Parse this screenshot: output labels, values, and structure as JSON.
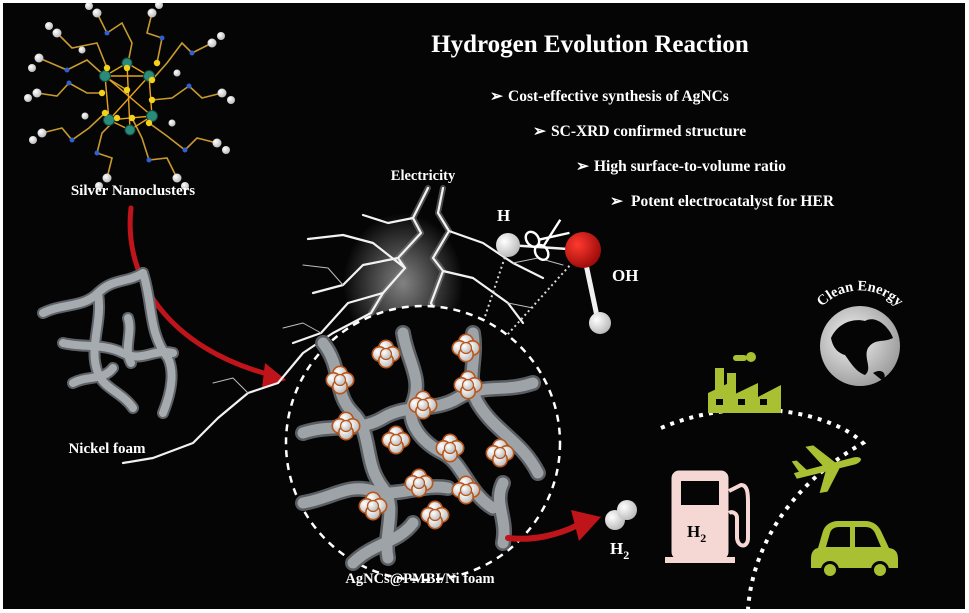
{
  "title": "Hydrogen Evolution Reaction",
  "bullets": [
    "Cost-effective synthesis of AgNCs",
    "SC-XRD confirmed structure",
    "High surface-to-volume ratio",
    "Potent electrocatalyst for HER"
  ],
  "bullet_marker": "➢",
  "labels": {
    "silver_nanoclusters": "Silver Nanoclusters",
    "electricity": "Electricity",
    "nickel_foam": "Nickel foam",
    "composite": "AgNCs@PMBI/Ni foam",
    "hydrogen_atom": "H",
    "hydroxyl": "OH",
    "h2_product": "H",
    "h2_product_sub": "2",
    "pump_label": "H",
    "pump_label_sub": "2",
    "clean_energy": "Clean Energy"
  },
  "colors": {
    "background": "#050505",
    "red_arrow": "#c0141b",
    "oxygen": "#c80f14",
    "hydrogen": "#e8e8e8",
    "foam": "#8f9499",
    "nanocluster_ring": "#b8561c",
    "icon_green": "#a9c033",
    "pump_fill": "#f5d7d3",
    "globe": "#d9d9d9"
  },
  "icons": [
    "scissors-icon",
    "factory-icon",
    "airplane-icon",
    "car-icon",
    "globe-icon",
    "fuel-pump-icon",
    "lightning-icon"
  ]
}
